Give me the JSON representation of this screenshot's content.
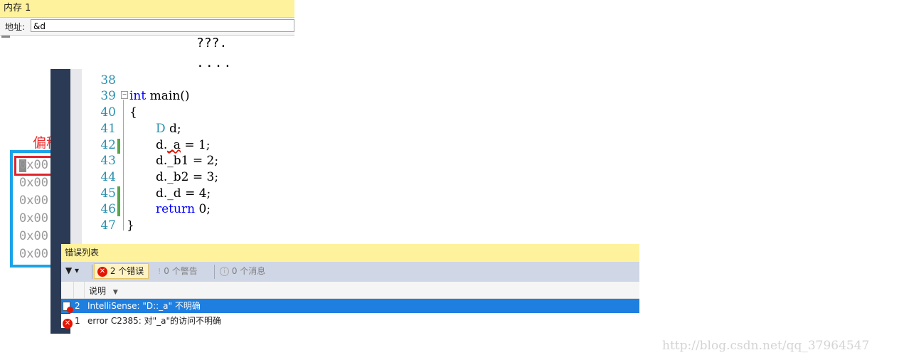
{
  "memory_window": {
    "title": "内存 1",
    "address_label": "地址:",
    "address_value": "&d"
  },
  "above_editor_text": {
    "line1": "???.",
    "line2": "...."
  },
  "annotation": {
    "label": "偏移",
    "hex_rows": [
      "0x00",
      "0x00",
      "0x00",
      "0x00",
      "0x00",
      "0x00"
    ]
  },
  "editor": {
    "line_numbers": [
      "38",
      "39",
      "40",
      "41",
      "42",
      "43",
      "44",
      "45",
      "46",
      "47"
    ],
    "collapse_glyph": "−",
    "lines": {
      "l39_kw": "int",
      "l39_rest": " main()",
      "l40": "{",
      "l41_type": "D",
      "l41_rest": " d;",
      "l42_pre": "d.",
      "l42_squig": "_a",
      "l42_post": " = 1;",
      "l43": "d._b1 = 2;",
      "l44": "d._b2 = 3;",
      "l45": "d._d = 4;",
      "l46_kw": "return",
      "l46_rest": " 0;",
      "l47": "}"
    }
  },
  "error_list": {
    "title": "错误列表",
    "filter_label": "▼ ▾",
    "errors_button": "2 个错误",
    "warnings_button": "0 个警告",
    "messages_button": "0 个消息",
    "column_description": "说明",
    "rows": [
      {
        "num": "2",
        "text": "IntelliSense:  \"D::_a\" 不明确"
      },
      {
        "num": "1",
        "text": "error C2385: 对\"_a\"的访问不明确"
      }
    ]
  },
  "watermark": "http://blog.csdn.net/qq_37964547",
  "colors": {
    "title_bar": "#fff29d",
    "selected_row": "#1e7fe0",
    "error_red": "#e51400",
    "editor_strip": "#2b3a55",
    "annotation_blue": "#1aa3e8",
    "annotation_red": "#e0242c"
  }
}
